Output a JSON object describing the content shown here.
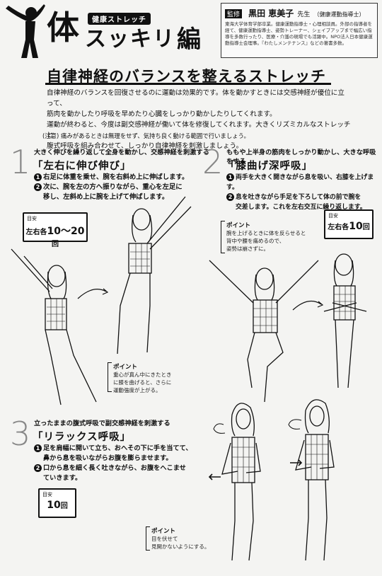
{
  "header": {
    "brand_sub": "健康ストレッチ",
    "brand_kanji": "体",
    "brand_katakana": "スッキリ",
    "brand_hen": "編",
    "supervisor": {
      "tag": "監修",
      "name": "黒田 恵美子",
      "sensei": "先生",
      "role": "（健康運動指導士）",
      "bio": "東海大学体育学部卒業。健康運動指導士・心理相談員。外部の指導者を経て、健康運動指導士、姿勢トレーナー、シェイプアップまで幅広い指導を多数行ったり、医療・介護の現場でも活躍中。NPO法人日本健康運動指導士会理事。『わたしメンテナンス』などの著書多数。"
    }
  },
  "main": {
    "title": "自律神経のバランスを整えるストレッチ",
    "intro": [
      "自律神経のバランスを回復させるのに運動は効果的です。体を動かすときには交感神経が優位に立って、",
      "筋肉を動かしたり呼吸を早めたり心臓をしっかり動かしたりしてくれます。",
      "運動が終わると、今度は副交感神経が働いて体を修復してくれます。大きくリズミカルなストレッチと",
      "腹式呼吸を組み合わせて、しっかり自律神経を刺激しましょう。"
    ],
    "caution": "(注意) 痛みがあるときは無理をせず、気持ち良く動ける範囲で行いましょう。"
  },
  "sections": [
    {
      "num": "1",
      "lead": "大きく伸びを繰り返して全身を動かし、交感神経を刺激する",
      "name": "「左右に伸び伸び」",
      "steps": [
        {
          "mark": "1",
          "text": "右足に体重を乗せ、腕を右斜め上に伸ばします。"
        },
        {
          "mark": "2",
          "text": "次に、腕を左の方へ振りながら、重心を左足に"
        },
        {
          "mark": "",
          "text": "移し、左斜め上に腕を上げて伸ばします。"
        }
      ],
      "meyasu_label": "目安",
      "meyasu_prefix": "左右各",
      "meyasu_value": "10〜20",
      "meyasu_unit": "回",
      "point_title": "ポイント",
      "point_text": [
        "重心が真ん中にきたとき",
        "に膝を曲げると、さらに",
        "運動強度が上がる。"
      ]
    },
    {
      "num": "2",
      "lead": "ももや上半身の筋肉をしっかり動かし、大きな呼吸をする",
      "name": "「膝曲げ深呼吸」",
      "steps": [
        {
          "mark": "1",
          "text": "両手を大きく開きながら息を吸い、右膝を上げます。"
        },
        {
          "mark": "2",
          "text": "息を吐きながら手足を下ろして体の前で腕を"
        },
        {
          "mark": "",
          "text": "交差します。これを左右交互に繰り返します。"
        }
      ],
      "meyasu_label": "目安",
      "meyasu_prefix": "左右各",
      "meyasu_value": "10",
      "meyasu_unit": "回",
      "point_title": "ポイント",
      "point_text": [
        "腕を上げるときに体を反らせると",
        "背中や腰を痛めるので、",
        "姿勢は崩さずに。"
      ]
    },
    {
      "num": "3",
      "lead": "立ったままの腹式呼吸で副交感神経を刺激する",
      "name": "「リラックス呼吸」",
      "steps": [
        {
          "mark": "1",
          "text": "足を肩幅に開いて立ち、おへその下に手を当てて、"
        },
        {
          "mark": "",
          "text": "鼻から息を吸いながらお腹を膨らませます。"
        },
        {
          "mark": "2",
          "text": "口から息を細く長く吐きながら、お腹をへこませ"
        },
        {
          "mark": "",
          "text": "ていきます。"
        }
      ],
      "meyasu_label": "目安",
      "meyasu_prefix": "",
      "meyasu_value": "10",
      "meyasu_unit": "回",
      "point_title": "ポイント",
      "point_text": [
        "目を伏せて",
        "見開かないようにする。"
      ]
    }
  ]
}
